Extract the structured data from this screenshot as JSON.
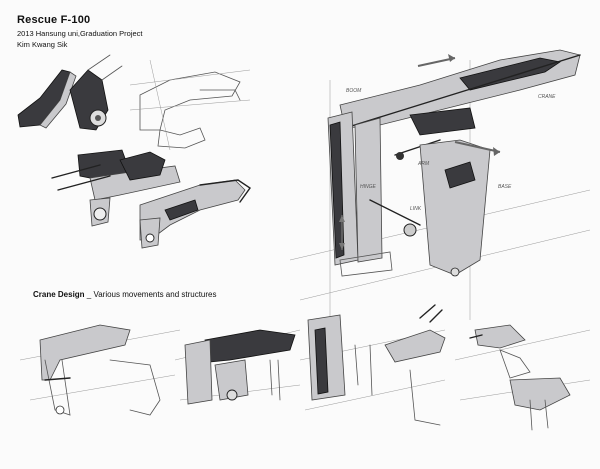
{
  "header": {
    "title": "Rescue F-100",
    "subtitle": "2013 Hansung uni,Graduation Project",
    "author": "Kim Kwang Sik"
  },
  "section": {
    "heading_bold": "Crane Design",
    "heading_rest": " _  Various movements and structures"
  },
  "colors": {
    "background": "#fbfbfb",
    "ink": "#222222",
    "accent_dark": "#3a3a3e",
    "accent_gray": "#c9c9cc",
    "arrow": "#666666"
  }
}
